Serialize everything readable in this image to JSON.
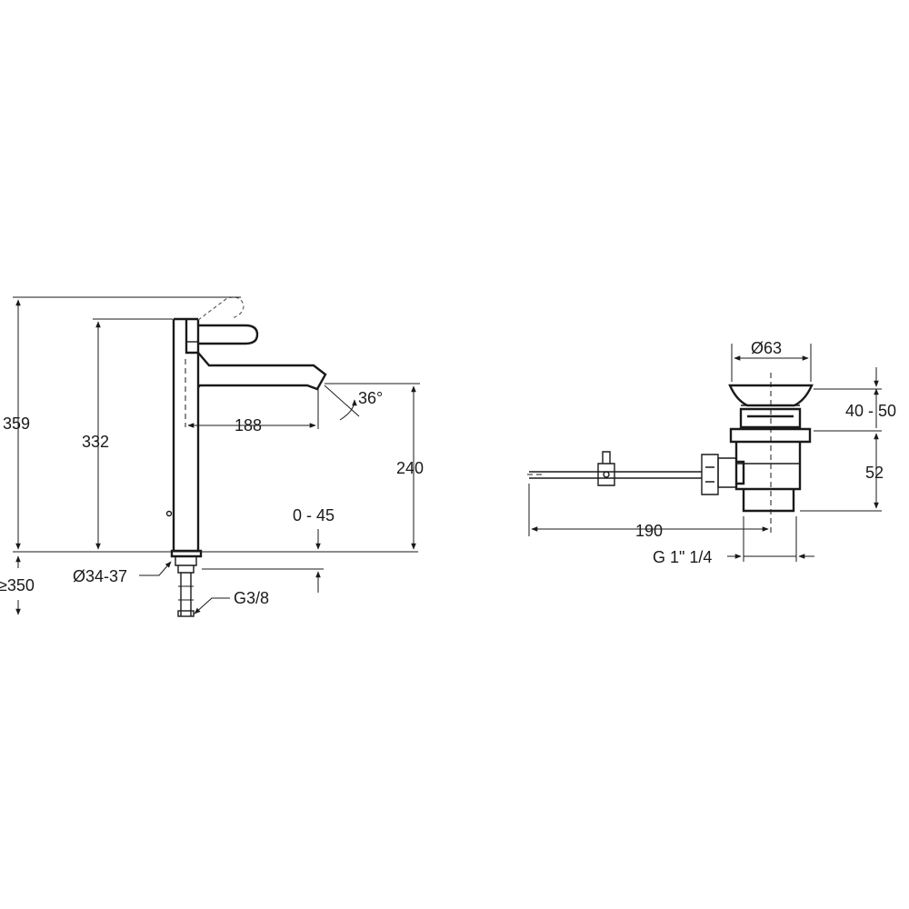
{
  "faucet": {
    "dimensions": {
      "height_total": "359",
      "height_body": "332",
      "spout_reach": "188",
      "swivel_angle": "36°",
      "spout_height": "240",
      "deck_thickness": "0 - 45",
      "hole_diameter": "Ø34-37",
      "connection_thread": "G3/8",
      "hose_length": "≥350"
    }
  },
  "waste": {
    "dimensions": {
      "top_diameter": "Ø63",
      "flange_range": "40 - 50",
      "body_height": "52",
      "rod_length": "190",
      "outlet_thread": "G 1\" 1/4"
    }
  }
}
